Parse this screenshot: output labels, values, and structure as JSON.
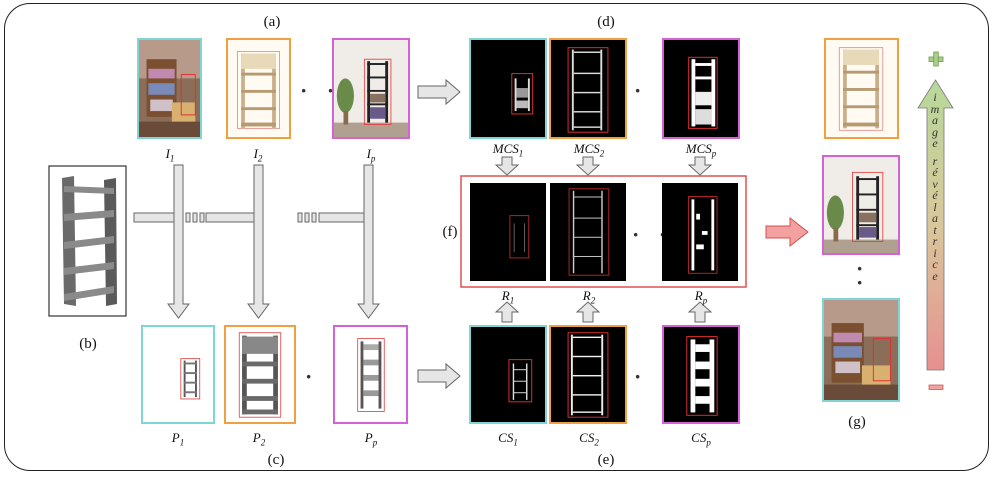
{
  "panels": {
    "a": "(a)",
    "b": "(b)",
    "c": "(c)",
    "d": "(d)",
    "e": "(e)",
    "f": "(f)",
    "g": "(g)"
  },
  "images": {
    "first": "I",
    "second": "I",
    "last": "I",
    "sub1": "1",
    "sub2": "2",
    "subp": "p"
  },
  "projections": {
    "first": "P",
    "second": "P",
    "last": "P",
    "sub1": "1",
    "sub2": "2",
    "subp": "p"
  },
  "mcs": {
    "first": "MCS",
    "second": "MCS",
    "last": "MCS",
    "sub1": "1",
    "sub2": "2",
    "subp": "p"
  },
  "results": {
    "first": "R",
    "second": "R",
    "last": "R",
    "sub1": "1",
    "sub2": "2",
    "subp": "p"
  },
  "cs": {
    "first": "CS",
    "second": "CS",
    "last": "CS",
    "sub1": "1",
    "sub2": "2",
    "subp": "p"
  },
  "ellipsis": "· ·",
  "ranking": {
    "plus": "+",
    "minus": "−",
    "word_letters": [
      "i",
      "m",
      "a",
      "g",
      "e",
      "r",
      "é",
      "v",
      "é",
      "l",
      "a",
      "t",
      "r",
      "i",
      "c",
      "e"
    ]
  },
  "colors": {
    "cyan": "#7fd4d4",
    "orange": "#f0a040",
    "magenta": "#d462d4",
    "red": "#e05050",
    "arrow_fill": "#e6e6e6"
  }
}
